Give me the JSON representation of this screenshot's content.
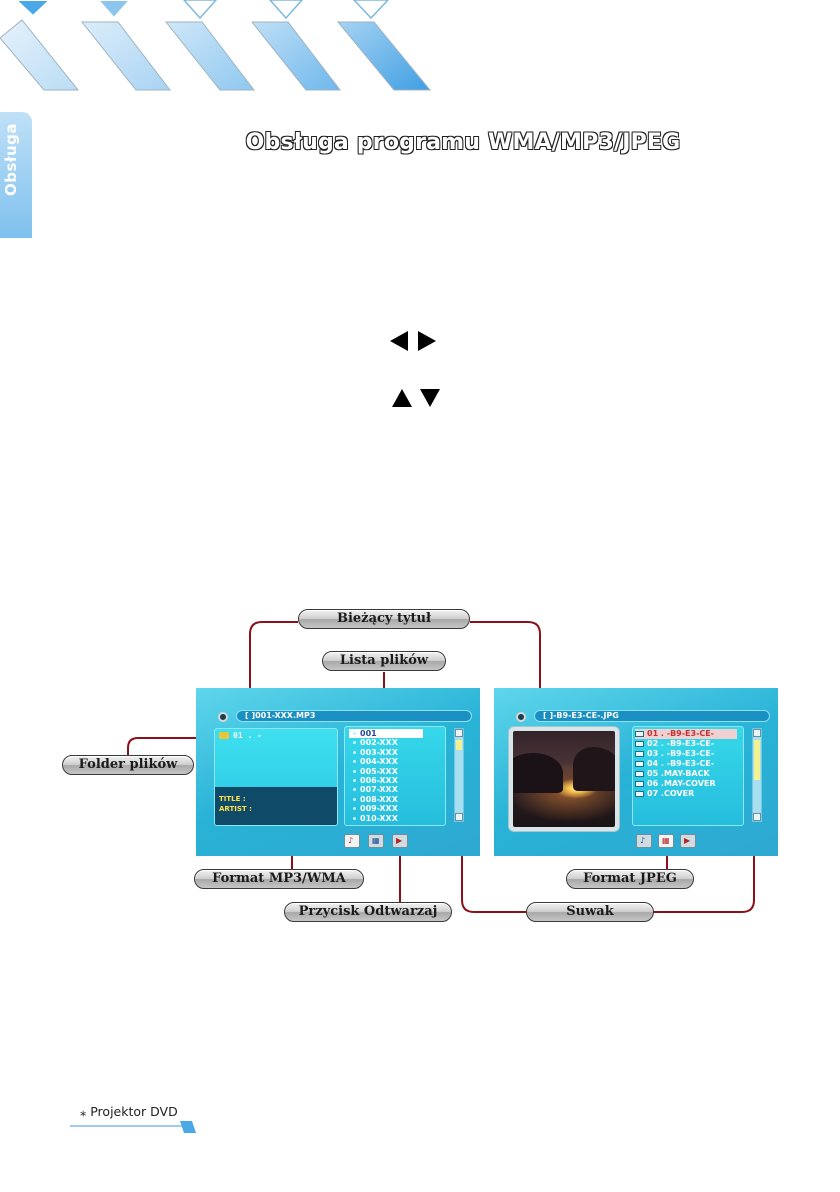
{
  "header": {
    "page_title": "Obsługa programu WMA/MP3/JPEG",
    "side_tab_label": "Obsługa"
  },
  "colors": {
    "accent_blue": "#4aa8e6",
    "callout_line": "#8a1019",
    "screen_cyan": "#2cb7d9",
    "label_pill": "#c8c8c8"
  },
  "icons": {
    "left_right": "left-right-arrows-icon",
    "up_down": "up-down-arrows-icon"
  },
  "callouts": {
    "current_title": "Bieżący tytuł",
    "file_list": "Lista plików",
    "file_folder": "Folder plików",
    "format_mp3": "Format MP3/WMA",
    "play_button": "Przycisk Odtwarzaj",
    "format_jpeg": "Format JPEG",
    "slider": "Suwak"
  },
  "mp3_screen": {
    "title_bar": "[ ]001-XXX.MP3",
    "folder_entry": "01 . -",
    "title_tag": "TITLE :",
    "artist_tag": "ARTIST :",
    "files": [
      "001",
      "002-XXX",
      "003-XXX",
      "004-XXX",
      "005-XXX",
      "006-XXX",
      "007-XXX",
      "008-XXX",
      "009-XXX",
      "010-XXX"
    ]
  },
  "jpeg_screen": {
    "title_bar": "[ ]-B9-E3-CE-.JPG",
    "files": [
      "01 . -B9-E3-CE-",
      "02 . -B9-E3-CE-",
      "03 . -B9-E3-CE-",
      "04 . -B9-E3-CE-",
      "05 .MAY-BACK",
      "06 .MAY-COVER",
      "07 .COVER"
    ]
  },
  "footer": {
    "page_label": "Projektor DVD",
    "page_marker": "⁎"
  }
}
